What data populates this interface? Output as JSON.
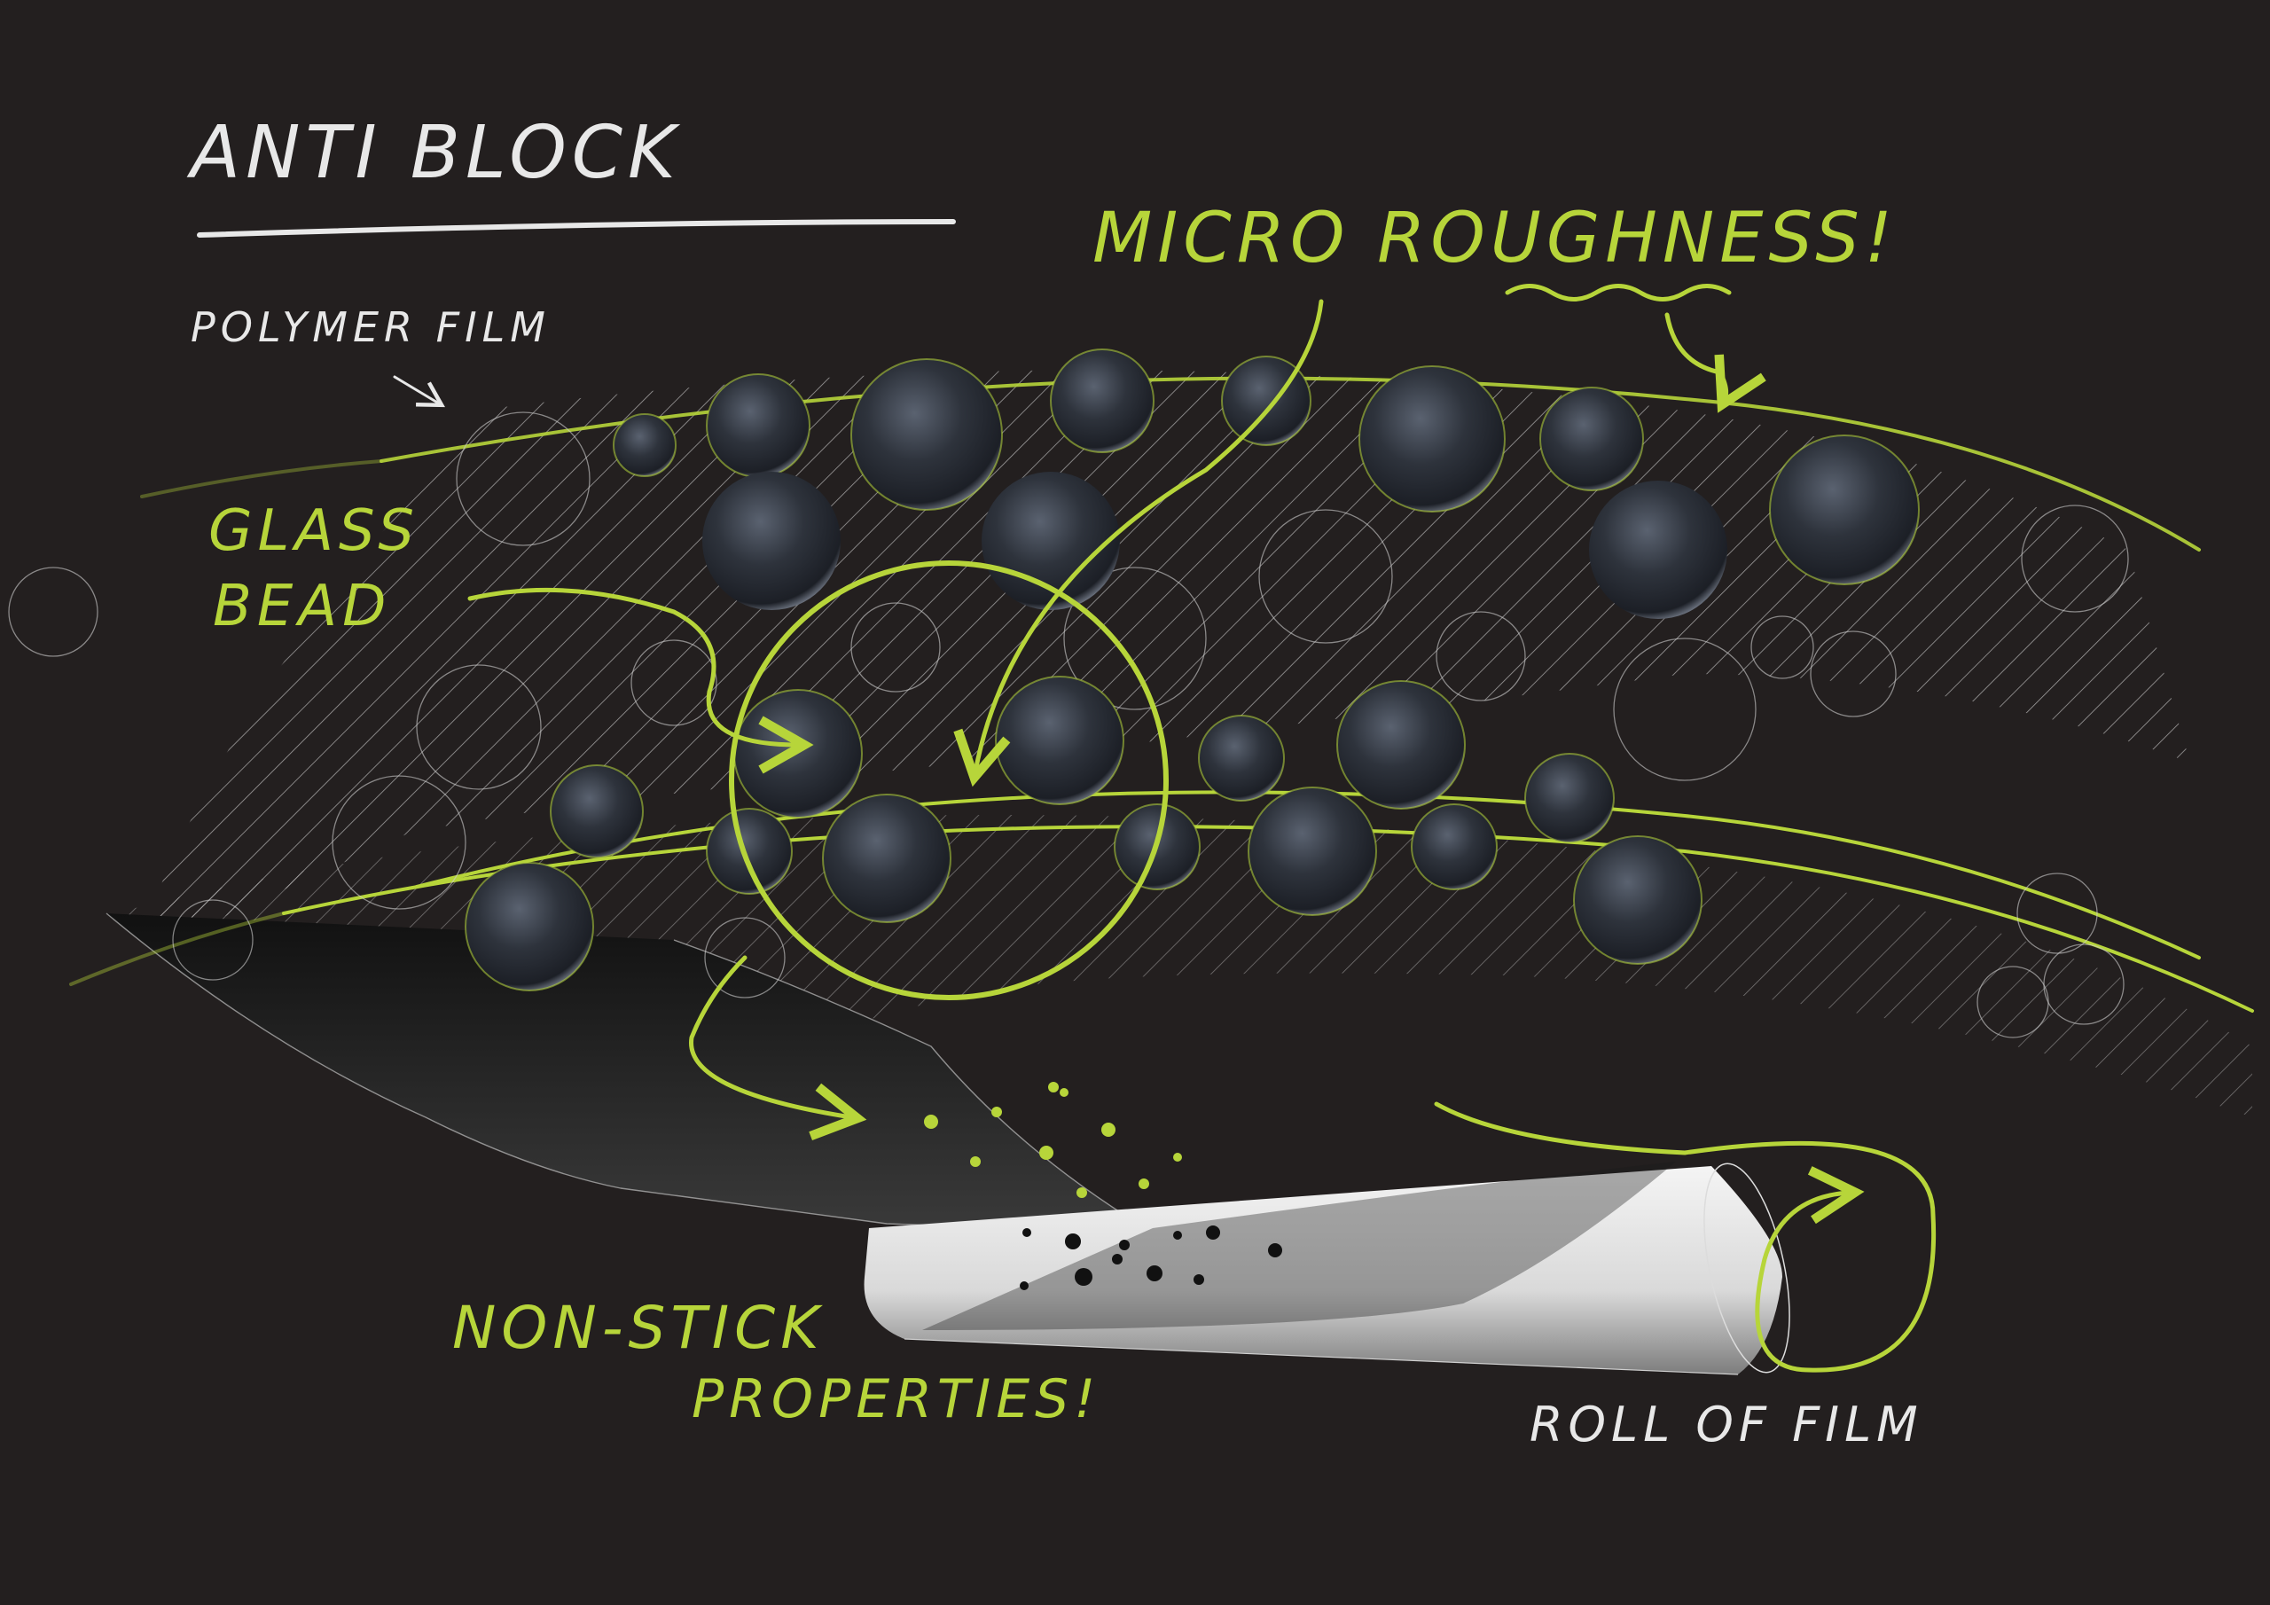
{
  "title": "ANTI BLOCK",
  "labels": {
    "polymer_film": "POLYMER FILM",
    "micro_roughness": "MICRO ROUGHNESS!",
    "glass_bead_line1": "GLASS",
    "glass_bead_line2": "BEAD",
    "non_stick_line1": "NON-STICK",
    "non_stick_line2": "PROPERTIES!",
    "roll_of_film": "ROLL OF FILM"
  },
  "colors": {
    "background": "#231f1f",
    "accent": "#b7d53a",
    "text": "#e8e8e8",
    "bead": "#2c3038"
  }
}
